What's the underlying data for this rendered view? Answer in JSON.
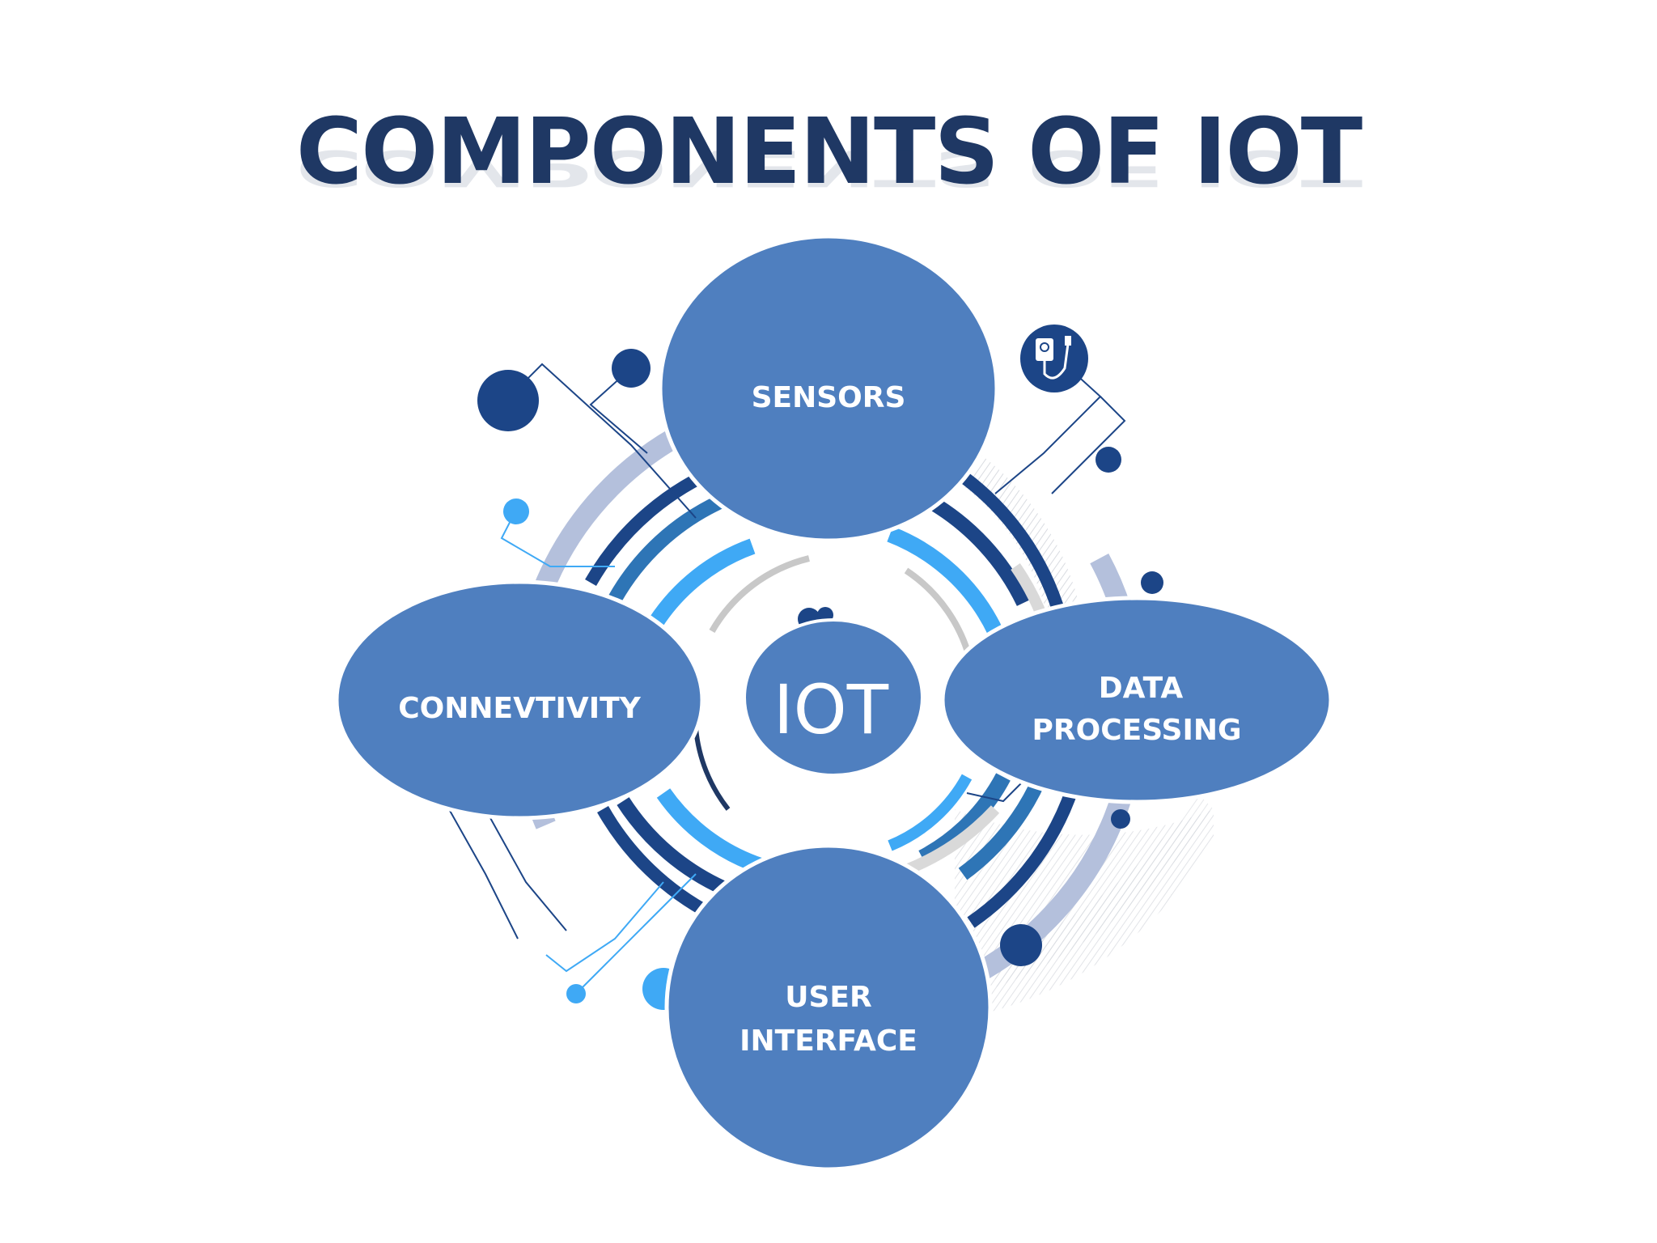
{
  "title": "COMPONENTS OF IOT",
  "hub": {
    "label": "IOT"
  },
  "nodes": {
    "sensors": {
      "line1": "SENSORS"
    },
    "connectivity": {
      "line1": "CONNEVTIVITY"
    },
    "data_processing": {
      "line1": "DATA",
      "line2": "PROCESSING"
    },
    "user_interface": {
      "line1": "USER",
      "line2": "INTERFACE"
    }
  },
  "colors": {
    "title": "#1f3864",
    "node_fill": "#4f7fbf",
    "node_stroke": "#ffffff",
    "outer_ring": "#b4c0dc",
    "arc_dark": "#1c4587",
    "arc_mid": "#2e75b6",
    "arc_light": "#3fa9f5",
    "arc_gray": "#c8c8c8"
  },
  "icons": {
    "plug_badge": "power-plug-icon"
  }
}
